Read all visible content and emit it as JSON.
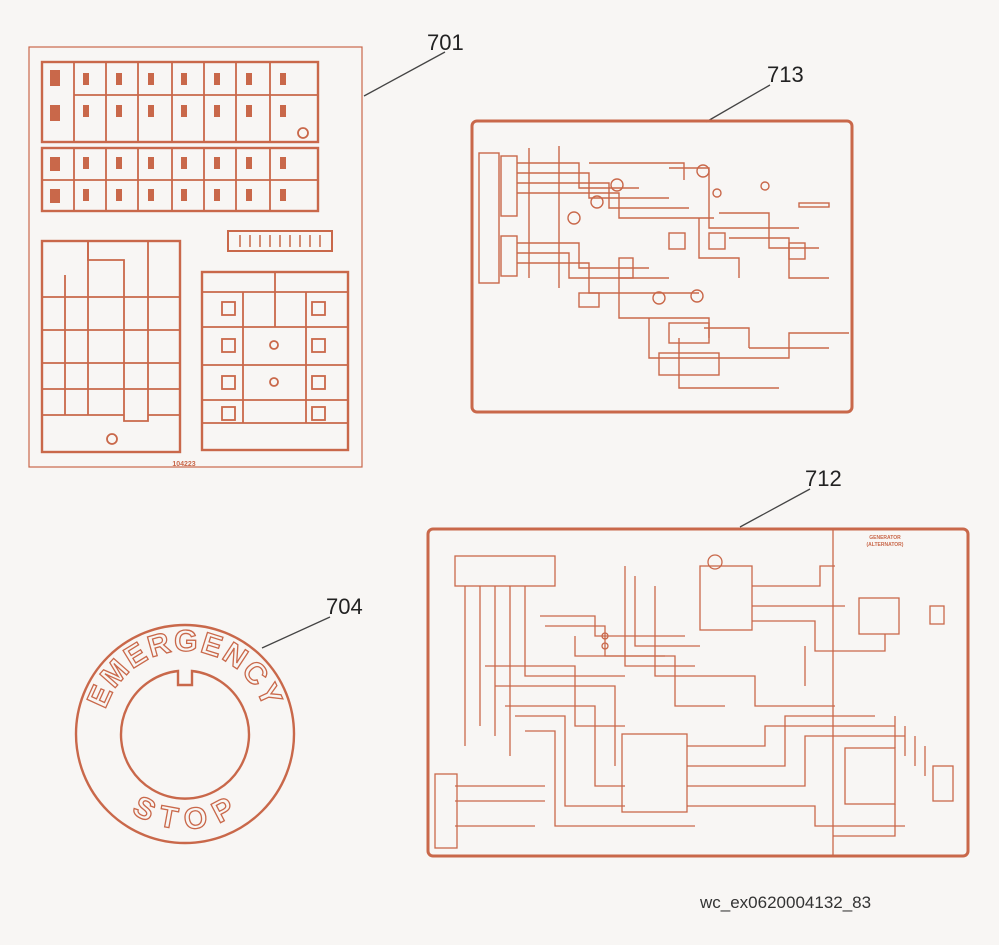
{
  "callouts": {
    "decal_fuse": "701",
    "wiring_control": "713",
    "wiring_generator": "712",
    "emergency_stop": "704"
  },
  "decal_fuse": {
    "part_number": "104223"
  },
  "emergency_stop": {
    "top_text": "EMERGENCY",
    "bottom_text": "STOP"
  },
  "generator_label": {
    "line1": "GENERATOR",
    "line2": "(ALTERNATOR)"
  },
  "figure_id": "wc_ex0620004132_83",
  "colors": {
    "ink": "#c9684a",
    "background": "#f8f6f4",
    "text": "#222222"
  }
}
